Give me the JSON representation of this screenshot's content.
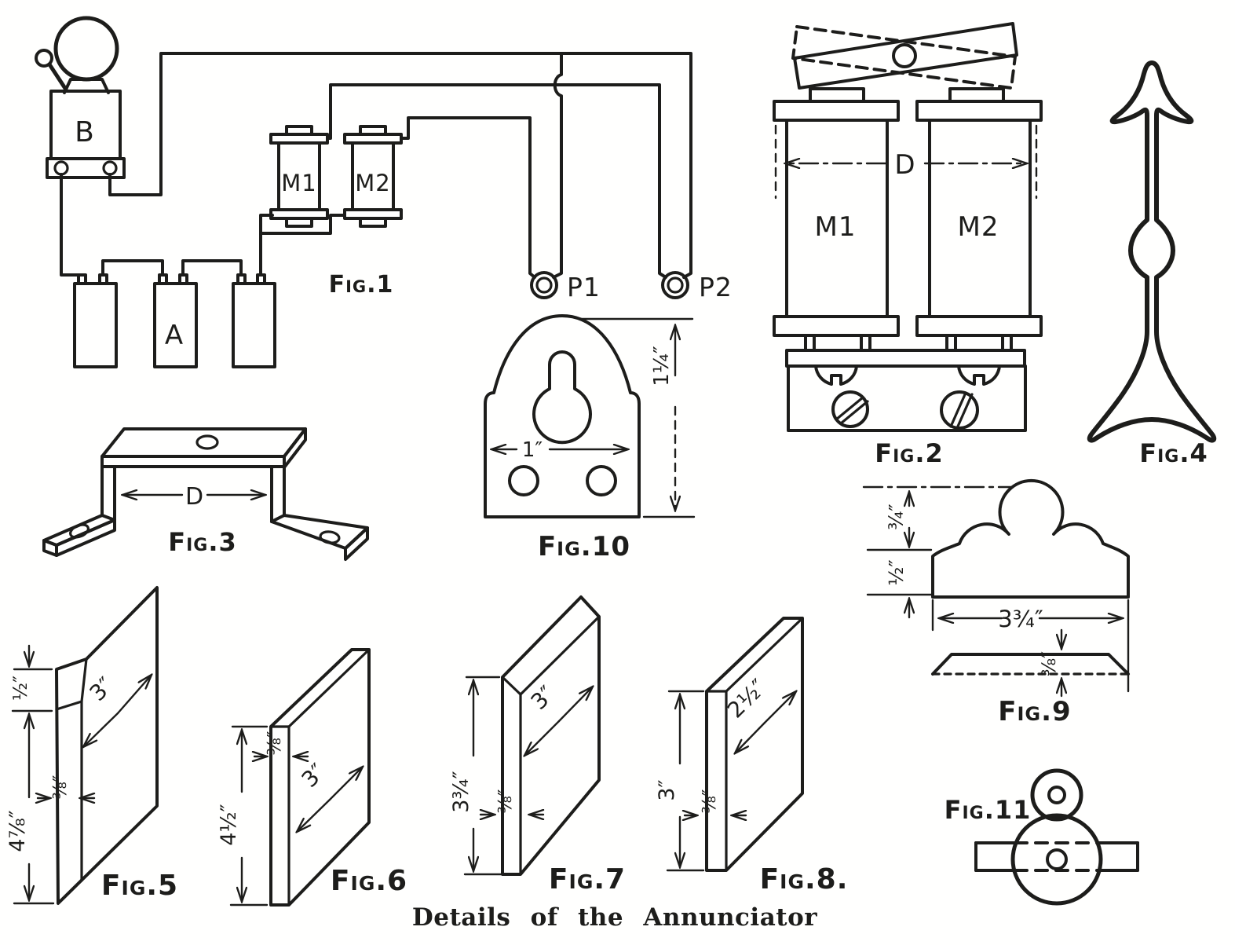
{
  "title": "Details of the Annunciator",
  "colors": {
    "ink": "#1d1d1b",
    "paper": "#fffffe"
  },
  "fig1": {
    "label": "Fig.1",
    "bell": "B",
    "battery": "A",
    "coil1": "M1",
    "coil2": "M2",
    "button1": "P1",
    "button2": "P2"
  },
  "fig2": {
    "label": "Fig.2",
    "coil1": "M1",
    "coil2": "M2",
    "dim_d": "D"
  },
  "fig3": {
    "label": "Fig.3",
    "dim_d": "D"
  },
  "fig4": {
    "label": "Fig.4"
  },
  "fig5": {
    "label": "Fig.5",
    "dim_top": "½″",
    "dim_height": "4⅞″",
    "dim_thickness": "⅜″",
    "dim_depth": "3″"
  },
  "fig6": {
    "label": "Fig.6",
    "dim_height": "4½″",
    "dim_thickness": "⅜″",
    "dim_depth": "3″"
  },
  "fig7": {
    "label": "Fig.7",
    "dim_height": "3¾″",
    "dim_thickness": "⅜″",
    "dim_depth": "3″"
  },
  "fig8": {
    "label": "Fig.8.",
    "dim_height": "3″",
    "dim_thickness": "⅜″",
    "dim_depth": "2½″"
  },
  "fig9": {
    "label": "Fig.9",
    "dim_top": "¾″",
    "dim_mid": "½″",
    "dim_width": "3¾″",
    "dim_thickness": "⅜″"
  },
  "fig10": {
    "label": "Fig.10",
    "dim_height": "1¼″",
    "dim_width": "1″"
  },
  "fig11": {
    "label": "Fig.11"
  }
}
